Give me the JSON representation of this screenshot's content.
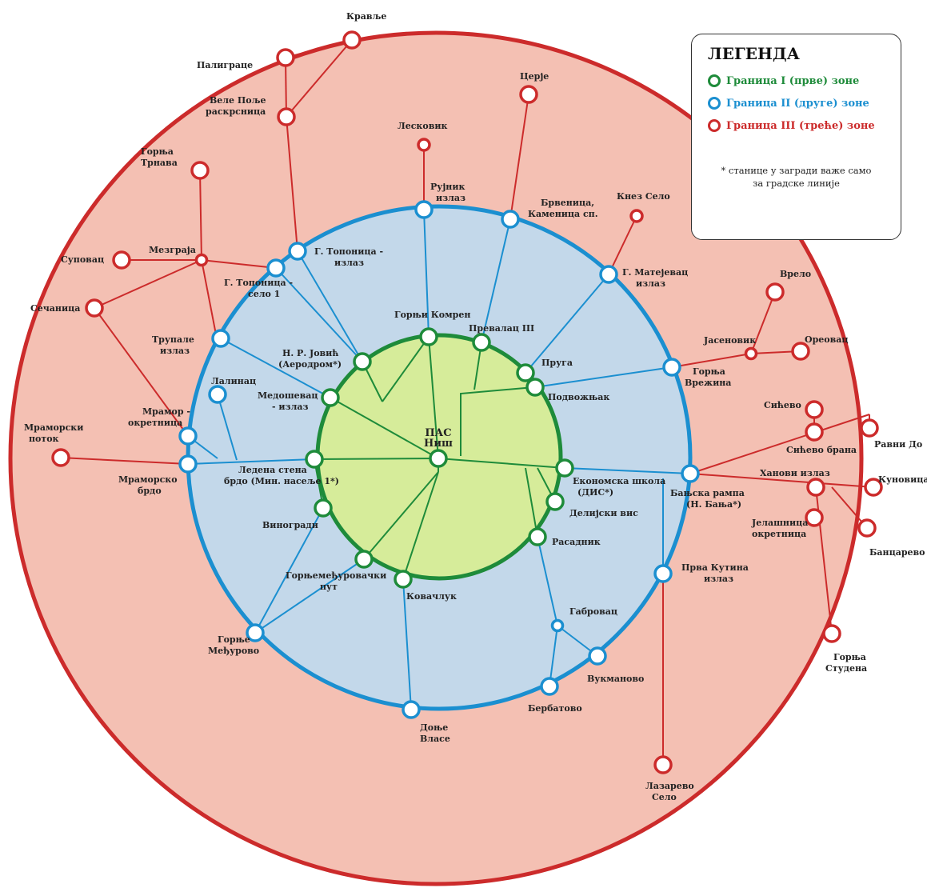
{
  "legend": {
    "title": "ЛЕГЕНДА",
    "items": [
      {
        "label": "Граница I (прве) зоне",
        "color": "#1e8b3a"
      },
      {
        "label": "Граница II (друге) зоне",
        "color": "#1b8fd0"
      },
      {
        "label": "Граница III (треће) зоне",
        "color": "#cc2b2b"
      }
    ],
    "note": "* станице у загради важе само за градске линије"
  },
  "colors": {
    "zone1_fill": "#d6ec9a",
    "zone1_stroke": "#1e8b3a",
    "zone2_fill": "#c3d8ea",
    "zone2_stroke": "#1b8fd0",
    "zone3_fill": "#f4c0b3",
    "zone3_stroke": "#cc2b2b"
  },
  "stations": {
    "center": [
      "ПАС",
      "Ниш"
    ],
    "zone1": {
      "gornji_komren": [
        "Горњи Комрен"
      ],
      "prevalac": [
        "Превалац III"
      ],
      "pruga": [
        "Пруга"
      ],
      "podvozjnak": [
        "Подвожњак"
      ],
      "ekonomska": [
        "Економска школа",
        "(ДИС*)"
      ],
      "delijski": [
        "Делијски вис"
      ],
      "rasadnik": [
        "Расадник"
      ],
      "kovanluk": [
        "Ковачлук"
      ],
      "gornjemedjurovacki": [
        "Горњемеђуровачки",
        "пут"
      ],
      "vinogradi": [
        "Виногради"
      ],
      "ledena_stena": [
        "Ледена стена",
        "брдо (Мин. насеље 1*)"
      ],
      "medosevac": [
        "Медошевац",
        "- излаз"
      ],
      "n_r_jovic": [
        "Н. Р. Јовић",
        "(Аеродром*)"
      ]
    },
    "zone2": {
      "rujnik": [
        "Рујник",
        "излаз"
      ],
      "brenica": [
        "Брвеница,",
        "Каменица сп."
      ],
      "g_matejevac": [
        "Г. Матејевац",
        "излаз"
      ],
      "gornja_vrezina": [
        "Горња",
        "Врежина"
      ],
      "banjska_rampa": [
        "Бањска рампа",
        "(Н. Бања*)"
      ],
      "prva_kutina": [
        "Прва Кутина",
        "излаз"
      ],
      "gabrovac": [
        "Габровац"
      ],
      "vukmanovo": [
        "Вукманово"
      ],
      "berbatovo": [
        "Бербатово"
      ],
      "donje_vlase": [
        "Доње",
        "Власе"
      ],
      "gornje_medjurovo": [
        "Горње",
        "Међурово"
      ],
      "mramorsko_brdo": [
        "Мраморско",
        "брдо"
      ],
      "mramor_okretnica": [
        "Мрамор -",
        "окретница"
      ],
      "lalinac": [
        "Лалинац"
      ],
      "trupale": [
        "Трупале",
        "излаз"
      ],
      "g_toponica_selo": [
        "Г. Топоница -",
        "село 1"
      ],
      "g_toponica_izlaz": [
        "Г. Топоница -",
        "излаз"
      ]
    },
    "zone3": {
      "kravlje": [
        "Крављe"
      ],
      "paligrace": [
        "Палиграце"
      ],
      "velepolje": [
        "Веле Поље",
        "раскрсница"
      ],
      "gornja_trnava": [
        "Горња",
        "Трнава"
      ],
      "mezgraja": [
        "Мезграја"
      ],
      "supovac": [
        "Суповац"
      ],
      "secanica": [
        "Сечаница"
      ],
      "mramorski_potok": [
        "Мраморски",
        "поток"
      ],
      "leskovik": [
        "Лесковик"
      ],
      "cerje": [
        "Церје"
      ],
      "knez_selo": [
        "Кнез Село"
      ],
      "vrelo": [
        "Врело"
      ],
      "jasenovik": [
        "Јасеновик"
      ],
      "oreovac": [
        "Ореовац"
      ],
      "sicevo": [
        "Сићево"
      ],
      "sicevo_brana": [
        "Сићево брана"
      ],
      "ravni_do": [
        "Равни До"
      ],
      "hanovi": [
        "Ханови излаз"
      ],
      "kunovica": [
        "Куновица"
      ],
      "jelasnica": [
        "Јелашница",
        "окретница"
      ],
      "bancarevo": [
        "Банцарево"
      ],
      "gornja_studena": [
        "Горња",
        "Студена"
      ],
      "lazarevo": [
        "Лазарево",
        "Село"
      ]
    }
  }
}
